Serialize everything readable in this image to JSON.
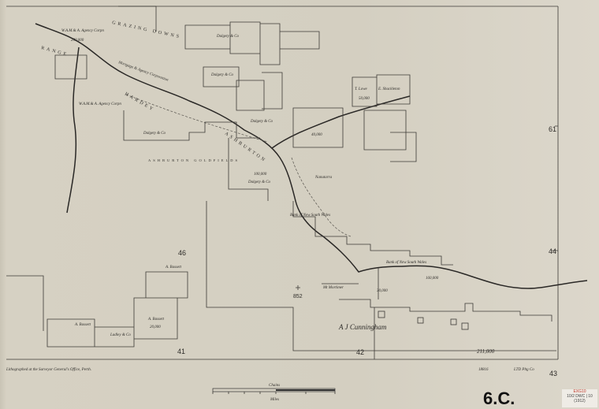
{
  "map": {
    "sheet_id": "6.C.",
    "imprint": "Lithographed at the Surveyor General's Office, Perth.",
    "plate_note": "LTD Pltg Co",
    "plate_number": "18816",
    "scale": {
      "upper_label": "Chains",
      "lower_label": "Miles"
    },
    "stamp": {
      "line1": "EXG10",
      "line2": "10/2 DWC | 10 (1912)"
    },
    "grid_numbers": [
      "41",
      "42",
      "43",
      "44",
      "46",
      "61"
    ],
    "features": {
      "river": "ASHBURTON",
      "creek": "HARDEY",
      "downs": "GRAZING DOWNS",
      "goldfield": "ASHBURTON GOLDFIELDS",
      "range": "RANGE",
      "town": "Mt Mortimer",
      "homestead": "Nanutarra",
      "trig": "852"
    },
    "holders": {
      "wamh": "W.A.M.& A. Agency Corpn",
      "wamh2": "W.A.M.& A. Agency Corpn",
      "mortgage": "Mortgage & Agency Corporation",
      "dalgety1": "Dalgety & Co",
      "dalgety2": "Dalgety & Co",
      "dalgety3": "Dalgety & Co",
      "dalgety4": "Dalgety & Co",
      "dalgety5": "Dalgety & Co",
      "bank1": "Bank of New South Wales",
      "bank2": "Bank of New South Wales",
      "lowe": "T. Lowe",
      "shackleton": "E. Shackleton",
      "bassett1": "A. Bassett",
      "bassett2": "A. Bassett",
      "bassett3": "A. Bassett",
      "cunningham": "A   J   Cunningham",
      "ladley": "Ladley & Co"
    },
    "areas": {
      "a1": "200,000",
      "a2": "160,000",
      "a3": "211,000",
      "a4": "50,000",
      "a5": "20,000",
      "a6": "100,000",
      "a7": "30,000",
      "a8": "40,000"
    }
  }
}
